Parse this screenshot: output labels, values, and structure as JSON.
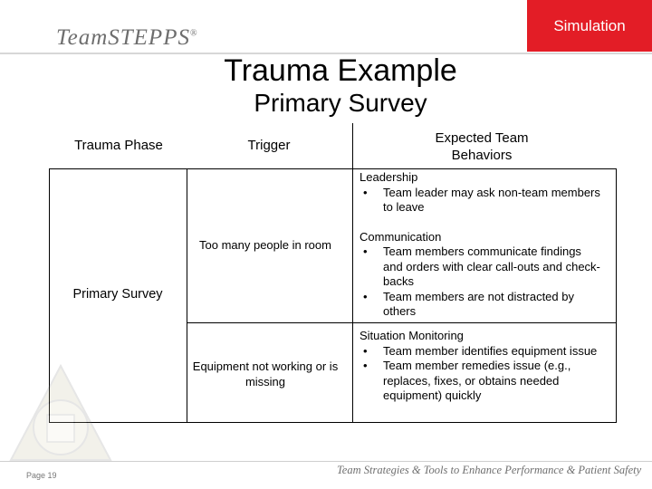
{
  "header": {
    "badge": "Simulation",
    "logo_main": "TeamSTEPPS",
    "logo_mark": "®"
  },
  "slide": {
    "title": "Trauma Example",
    "subtitle": "Primary Survey"
  },
  "table": {
    "columns": [
      "Trauma Phase",
      "Trigger",
      "Expected Team Behaviors"
    ],
    "phase": "Primary Survey",
    "rows": [
      {
        "trigger": "Too many people in room",
        "groups": [
          {
            "title": "Leadership",
            "bullets": [
              "Team leader may ask non-team members to leave"
            ]
          },
          {
            "title": "Communication",
            "bullets": [
              "Team members communicate findings and orders with clear call-outs and check-backs",
              "Team members are not distracted by others"
            ]
          }
        ]
      },
      {
        "trigger": "Equipment not working or is missing",
        "groups": [
          {
            "title": "Situation Monitoring",
            "bullets": [
              "Team member identifies equipment issue",
              "Team member remedies issue (e.g., replaces, fixes, or obtains needed equipment) quickly"
            ]
          }
        ]
      }
    ]
  },
  "footer": {
    "page": "Page 19",
    "tagline": "Team Strategies & Tools to Enhance Performance & Patient Safety"
  },
  "colors": {
    "badge_bg": "#e31d26",
    "logo_gray": "#6e6e6e"
  }
}
